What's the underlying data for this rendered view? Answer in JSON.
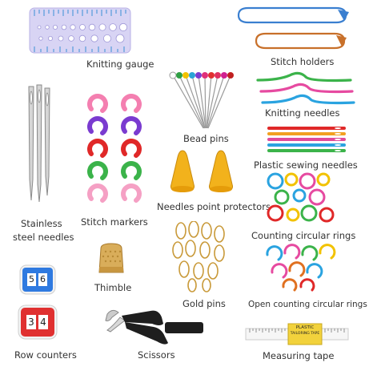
{
  "labels": {
    "knitting_gauge": "Knitting gauge",
    "stitch_holders": "Stitch holders",
    "bead_pins": "Bead pins",
    "knitting_needles": "Knitting needles",
    "plastic_sewing_needles": "Plastic sewing needles",
    "stainless_line1": "Stainless",
    "stainless_line2": "steel needles",
    "stitch_markers": "Stitch markers",
    "needles_point_protectors": "Needles point protectors",
    "counting_circular_rings": "Counting circular rings",
    "thimble": "Thimble",
    "gold_pins": "Gold pins",
    "open_counting_circular_rings": "Open counting circular rings",
    "row_counters": "Row counters",
    "scissors": "Scissors",
    "measuring_tape": "Measuring tape"
  },
  "row_counter_digits": {
    "blue": [
      "5",
      "6"
    ],
    "red": [
      "3",
      "4"
    ]
  },
  "tape_text": [
    "PLASTIC",
    "TAILORING TAPE"
  ],
  "colors": {
    "label": "#333333",
    "gauge": "#d8d4f4",
    "gauge_marks": "#3a8fd6",
    "holder_blue": "#3a7fd0",
    "holder_orange": "#c8702a",
    "protector": "#f2b21c",
    "gold": "#c99a3a",
    "counter_blue": "#2f7ae0",
    "counter_red": "#e03030",
    "tape_yellow": "#f2d23c"
  }
}
